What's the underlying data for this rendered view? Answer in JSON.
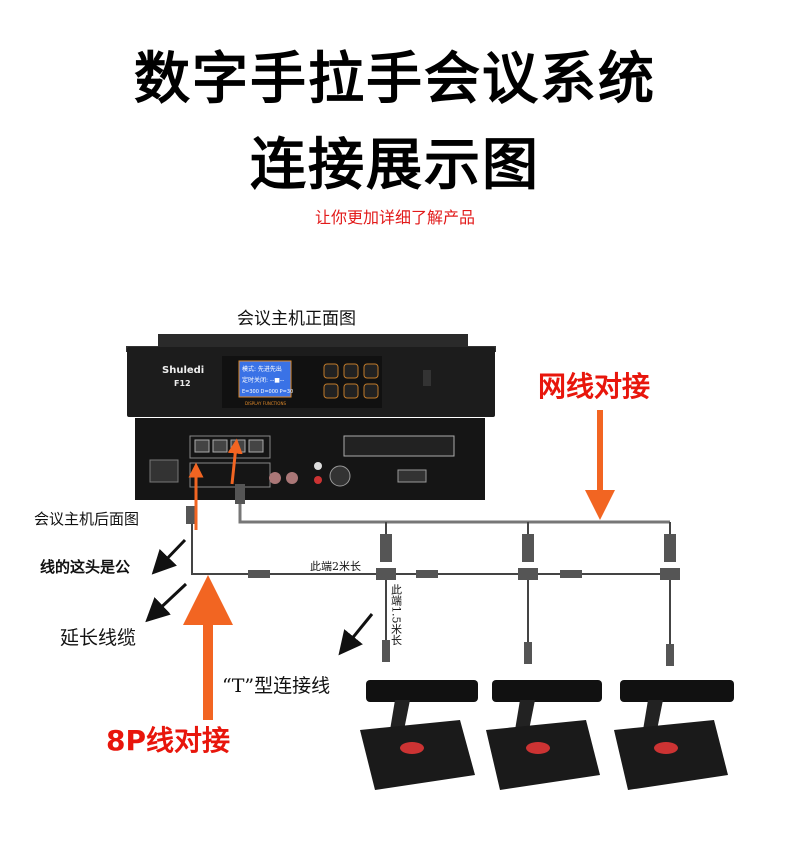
{
  "header": {
    "title_line1": "数字手拉手会议系统",
    "title_line2": "连接展示图",
    "subtitle": "让你更加详细了解产品"
  },
  "device": {
    "front_label": "会议主机正面图",
    "rear_label": "会议主机后面图",
    "brand": "Shuledi",
    "model": "F12",
    "lcd_lines": [
      "模式: 先进先出",
      "定时关闭: --■--",
      "E=300 D=000 P=30"
    ],
    "display_caption": "DISPLAY FUNCTIONS"
  },
  "annotations": {
    "network_join": "网线对接",
    "male_end": "线的这头是公",
    "extension_cable": "延长线缆",
    "end_2m": "此端2米长",
    "end_1_5m": "此端1.5米长",
    "t_cable": "“T”型连接线",
    "p8_join": "8P线对接"
  },
  "colors": {
    "accent_red": "#e8160c",
    "arrow_orange": "#f26522",
    "subtitle_red": "#e21a1a"
  }
}
